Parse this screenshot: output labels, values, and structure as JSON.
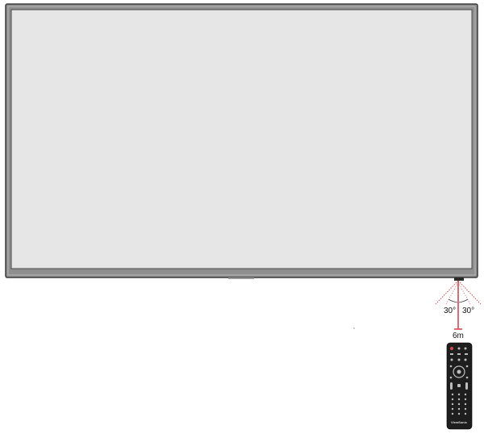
{
  "colors": {
    "bezel": "#8f8f8f",
    "screen": "#e6e6e6",
    "accent": "#d44a52",
    "remote_body": "#1e1e1e",
    "remote_buttons": "#bdbdbd"
  },
  "sensor": {
    "angle_left": "30°",
    "angle_right": "30°",
    "distance": "6m"
  },
  "remote": {
    "brand": "ViewSonic"
  }
}
